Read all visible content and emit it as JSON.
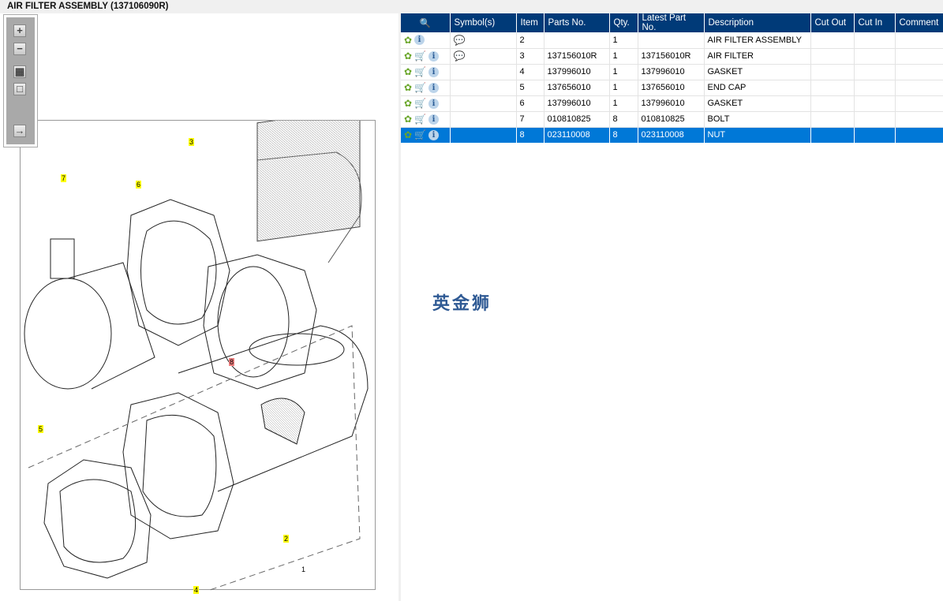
{
  "title": "AIR FILTER ASSEMBLY (137106090R)",
  "toolbar": {
    "zoom_in": "+",
    "zoom_out": "−",
    "fit": "▦",
    "page": "□",
    "export": "→"
  },
  "callouts": [
    {
      "label": "7",
      "color": "#ffff00"
    },
    {
      "label": "6",
      "color": "#ffff00"
    },
    {
      "label": "3",
      "color": "#ffff00"
    },
    {
      "label": "8",
      "color": "#f08080"
    },
    {
      "label": "5",
      "color": "#ffff00"
    },
    {
      "label": "2",
      "color": "#ffff00"
    },
    {
      "label": "4",
      "color": "#ffff00"
    },
    {
      "label": "1",
      "color": "none"
    }
  ],
  "table": {
    "columns": [
      "Symbol(s)",
      "Item",
      "Parts No.",
      "Qty.",
      "Latest Part No.",
      "Description",
      "Cut Out",
      "Cut In",
      "Comment"
    ],
    "rows": [
      {
        "cart": false,
        "symbol": "comment-warning",
        "item": "2",
        "part": "",
        "qty": "1",
        "latest": "",
        "desc": "AIR FILTER ASSEMBLY"
      },
      {
        "cart": true,
        "symbol": "comment-warning",
        "item": "3",
        "part": "137156010R",
        "qty": "1",
        "latest": "137156010R",
        "desc": "AIR FILTER"
      },
      {
        "cart": true,
        "symbol": "",
        "item": "4",
        "part": "137996010",
        "qty": "1",
        "latest": "137996010",
        "desc": "GASKET"
      },
      {
        "cart": true,
        "symbol": "",
        "item": "5",
        "part": "137656010",
        "qty": "1",
        "latest": "137656010",
        "desc": "END CAP"
      },
      {
        "cart": true,
        "symbol": "",
        "item": "6",
        "part": "137996010",
        "qty": "1",
        "latest": "137996010",
        "desc": "GASKET"
      },
      {
        "cart": true,
        "symbol": "",
        "item": "7",
        "part": "010810825",
        "qty": "8",
        "latest": "010810825",
        "desc": "BOLT"
      },
      {
        "cart": true,
        "symbol": "",
        "item": "8",
        "part": "023110008",
        "qty": "8",
        "latest": "023110008",
        "desc": "NUT",
        "selected": true
      }
    ]
  },
  "watermark": "英金狮",
  "colors": {
    "header": "#003a78",
    "selected": "#0078d7"
  }
}
